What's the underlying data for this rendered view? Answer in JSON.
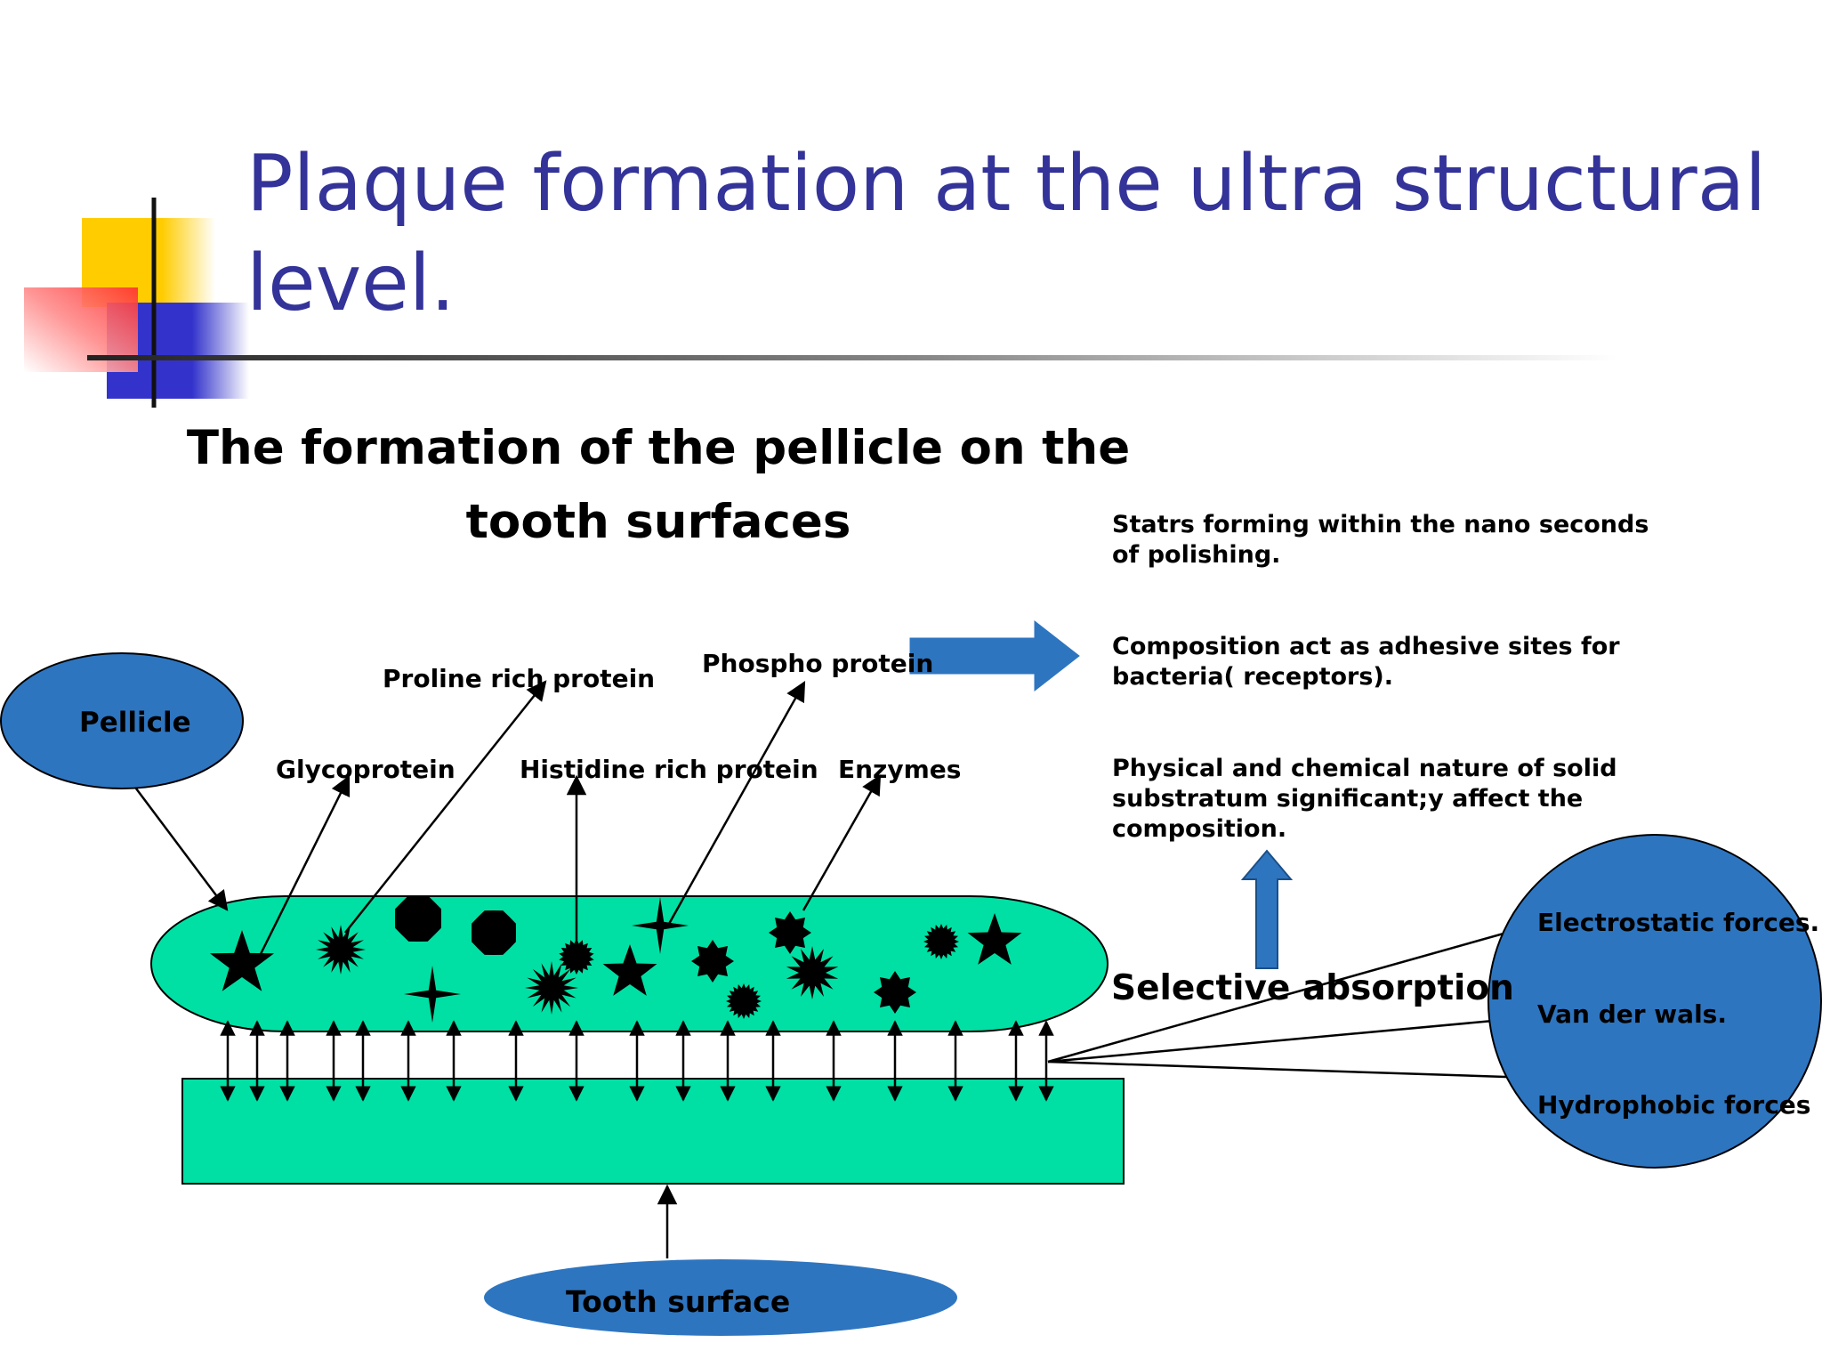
{
  "slide": {
    "title": "Plaque formation at the ultra structural level.",
    "subtitle": "The formation of the pellicle on the tooth surfaces"
  },
  "notes": [
    "Statrs forming within the nano seconds of polishing.",
    "Composition act as adhesive sites for bacteria( receptors).",
    "Physical and chemical nature of solid substratum significant;y affect the composition."
  ],
  "labels": {
    "pellicle": "Pellicle",
    "tooth_surface": "Tooth surface",
    "glycoprotein": "Glycoprotein",
    "proline": "Proline rich protein",
    "histidine": "Histidine rich protein",
    "phospho": "Phospho protein",
    "enzymes": "Enzymes",
    "selective": "Selective absorption"
  },
  "forces": [
    "Electrostatic forces.",
    "Van der wals.",
    "Hydrophobic forces"
  ],
  "colors": {
    "title": "#333399",
    "pellicle_fill": "#00e0a4",
    "node_blue": "#2e75c0",
    "arrow_blue": "#2e75c0"
  }
}
